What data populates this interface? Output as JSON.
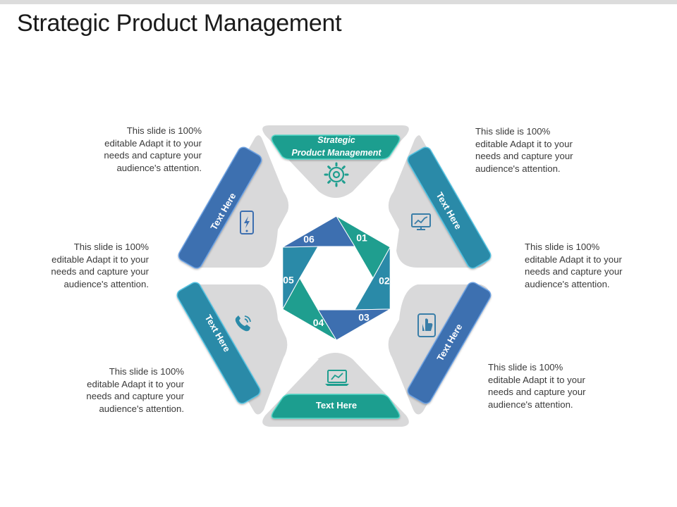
{
  "slide": {
    "title": "Strategic Product Management"
  },
  "segments": [
    {
      "number": "01",
      "color": "#1f9e8f"
    },
    {
      "number": "02",
      "color": "#2a8aa8"
    },
    {
      "number": "03",
      "color": "#3d6fb0"
    },
    {
      "number": "04",
      "color": "#1f9e8f"
    },
    {
      "number": "05",
      "color": "#2a8aa8"
    },
    {
      "number": "06",
      "color": "#3d6fb0"
    }
  ],
  "panels": {
    "top": {
      "label_line1": "Strategic",
      "label_line2": "Product Management",
      "icon": "gear-icon"
    },
    "top_right": {
      "label": "Text Here",
      "icon": "chart-monitor-icon"
    },
    "bottom_right": {
      "label": "Text Here",
      "icon": "thumbs-up-tablet-icon"
    },
    "bottom": {
      "label": "Text Here",
      "icon": "laptop-graph-icon"
    },
    "bottom_left": {
      "label": "Text Here",
      "icon": "phone-icon"
    },
    "top_left": {
      "label": "Text Here",
      "icon": "mobile-power-icon"
    }
  },
  "descriptions": {
    "top_left": [
      "This slide is 100%",
      "editable Adapt it to your",
      "needs and capture your",
      "audience's attention."
    ],
    "mid_left": [
      "This slide is 100%",
      "editable Adapt it to your",
      "needs and capture your",
      "audience's attention."
    ],
    "bottom_left": [
      "This slide is 100%",
      "editable Adapt it to your",
      "needs and capture your",
      "audience's attention."
    ],
    "top_right": [
      "This slide is 100%",
      "editable Adapt it to your",
      "needs and capture your",
      "audience's attention."
    ],
    "mid_right": [
      "This slide is 100%",
      "editable Adapt it to your",
      "needs and capture your",
      "audience's attention."
    ],
    "bottom_right": [
      "This slide is 100%",
      "editable Adapt it to your",
      "needs and capture your",
      "audience's attention."
    ]
  },
  "colors": {
    "teal": "#1f9e8f",
    "blue": "#2a8aa8",
    "navy": "#3d6fb0",
    "panel_gray": "#d9d9da",
    "icon": "#3a7ea8"
  }
}
